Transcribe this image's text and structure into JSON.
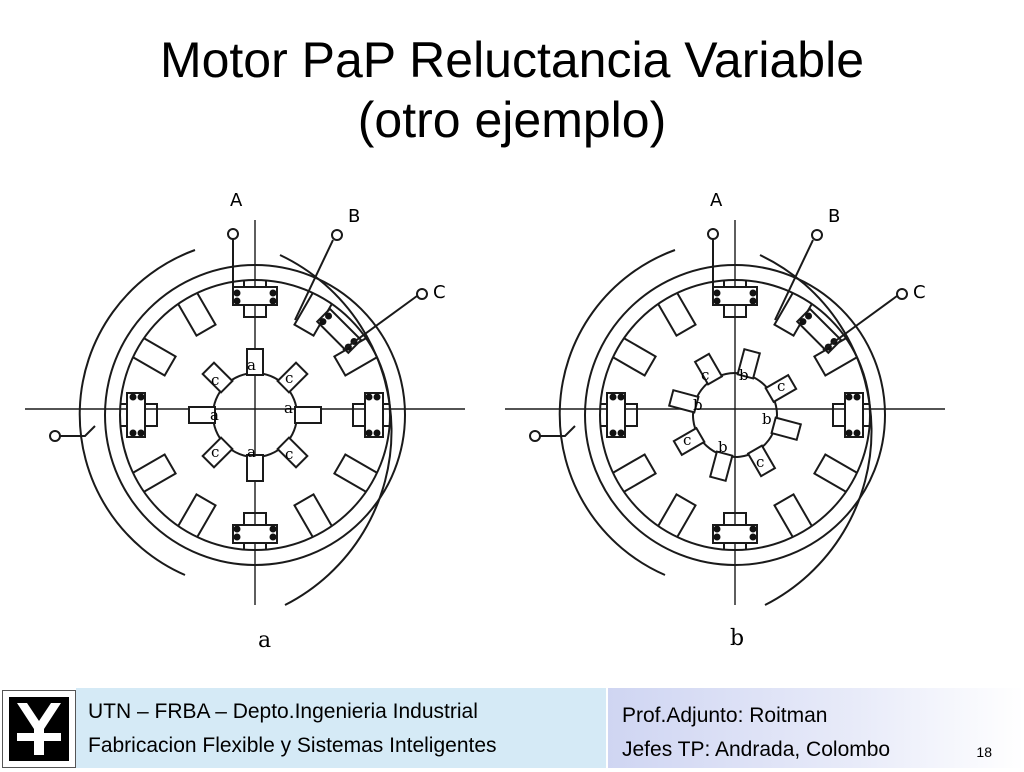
{
  "slide": {
    "title_line1": "Motor PaP Reluctancia Variable",
    "title_line2": "(otro ejemplo)"
  },
  "figures": {
    "a": {
      "caption": "a",
      "terminals": [
        "A",
        "B",
        "C"
      ],
      "rotor_labels": [
        "a",
        "a",
        "a",
        "a",
        "c",
        "c",
        "c",
        "c"
      ]
    },
    "b": {
      "caption": "b",
      "terminals": [
        "A",
        "B",
        "C"
      ],
      "rotor_labels": [
        "b",
        "b",
        "b",
        "b",
        "c",
        "c",
        "c",
        "c"
      ]
    }
  },
  "footer": {
    "left_line1": "UTN – FRBA – Depto.Ingenieria Industrial",
    "left_line2": "Fabricacion Flexible y Sistemas Inteligentes",
    "right_line1": "Prof.Adjunto: Roitman",
    "right_line2": "Jefes TP: Andrada, Colombo",
    "page_number": "18"
  },
  "colors": {
    "footer_left_bg": "#d5eaf6",
    "footer_right_bg": "#cfd5f2",
    "drawing": "#1a1a1a"
  }
}
